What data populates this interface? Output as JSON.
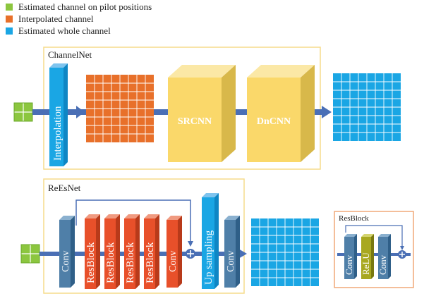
{
  "legend": {
    "items": [
      {
        "label": "Estimated channel on pilot positions",
        "color": "#8cc63f"
      },
      {
        "label": "Interpolated channel",
        "color": "#e8702a"
      },
      {
        "label": "Estimated whole channel",
        "color": "#1aa6e4"
      }
    ]
  },
  "channelnet": {
    "title": "ChannelNet",
    "interpolation_label": "Interpolation",
    "srcnn_label": "SRCNN",
    "dncnn_label": "DnCNN"
  },
  "reesnet": {
    "title": "ReEsNet",
    "conv1_label": "Conv",
    "resblock_labels": [
      "ResBlock",
      "ResBlock",
      "ResBlock",
      "ResBlock"
    ],
    "conv2_label": "Conv",
    "upsampling_label": "Up sampling",
    "conv3_label": "Conv",
    "add_symbol": "+"
  },
  "resblock_detail": {
    "title": "ResBlock",
    "conv1_label": "Conv",
    "relu_label": "ReLU",
    "conv2_label": "Conv",
    "add_symbol": "+"
  },
  "colors": {
    "frame_yellow": "#f5dc8c",
    "frame_orange": "#f0a878",
    "blue_block": "#3b7fc1",
    "steel_block": "#4f7fa8",
    "red_block": "#e8502a",
    "gold_block": "#fad86a",
    "olive_block": "#a8a820",
    "arrow": "#4a6fb5",
    "green": "#8cc63f",
    "orange": "#e8702a",
    "cyan": "#1aa6e4"
  }
}
